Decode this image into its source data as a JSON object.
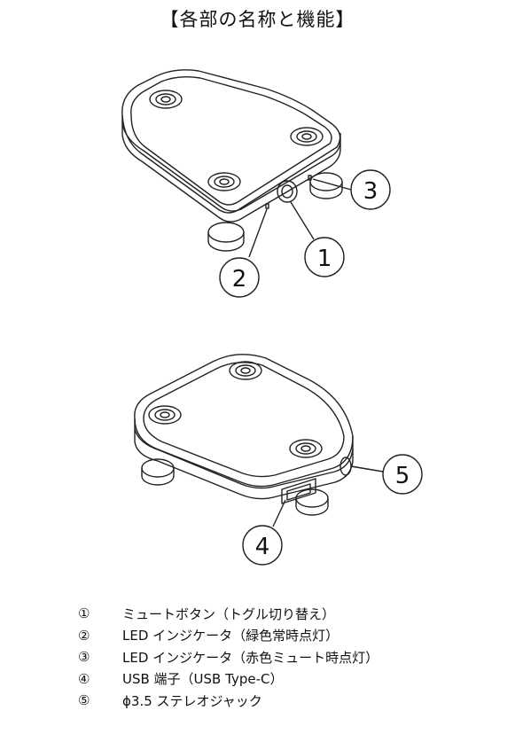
{
  "title": "【各部の名称と機能】",
  "figures": {
    "top": {
      "callouts": [
        "3",
        "1",
        "2"
      ]
    },
    "bottom": {
      "callouts": [
        "5",
        "4"
      ]
    }
  },
  "legend": [
    {
      "num": "①",
      "text": "ミュートボタン（トグル切り替え）"
    },
    {
      "num": "②",
      "text": "LED インジケータ（緑色常時点灯）"
    },
    {
      "num": "③",
      "text": "LED インジケータ（赤色ミュート時点灯）"
    },
    {
      "num": "④",
      "text": "USB 端子（USB Type-C）"
    },
    {
      "num": "⑤",
      "text": "ϕ3.5 ステレオジャック"
    }
  ]
}
